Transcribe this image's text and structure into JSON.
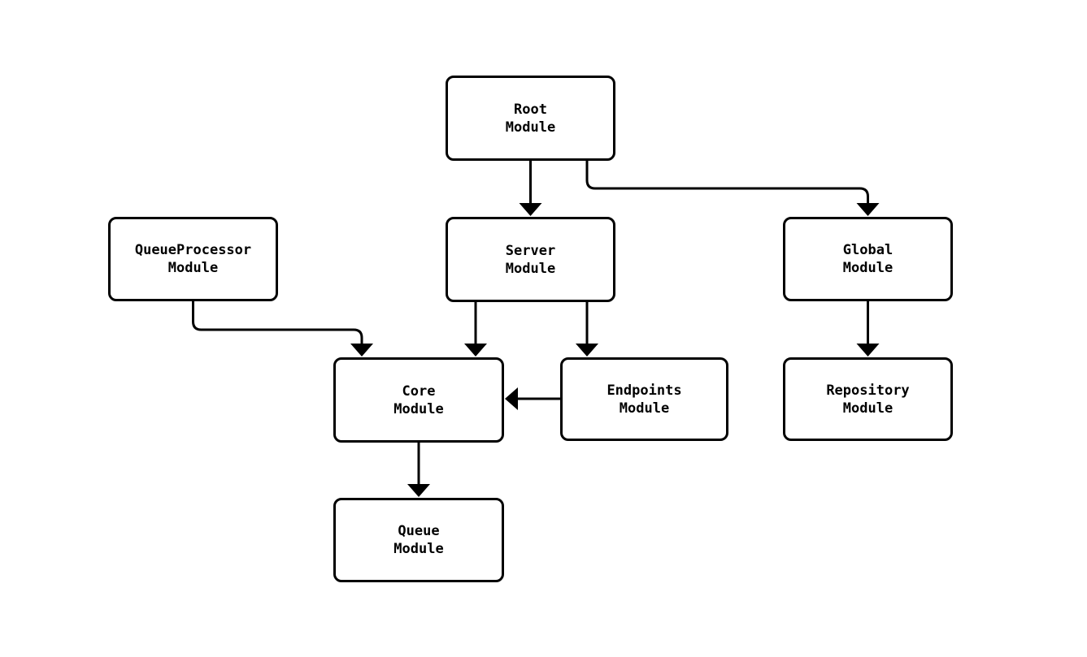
{
  "diagram": {
    "type": "flowchart",
    "background_color": "#ffffff",
    "stroke_color": "#000000",
    "text_color": "#000000",
    "nodes": {
      "root": {
        "label": "Root\nModule"
      },
      "queueprocessor": {
        "label": "QueueProcessor\nModule"
      },
      "server": {
        "label": "Server\nModule"
      },
      "global": {
        "label": "Global\nModule"
      },
      "core": {
        "label": "Core\nModule"
      },
      "endpoints": {
        "label": "Endpoints\nModule"
      },
      "repository": {
        "label": "Repository\nModule"
      },
      "queue": {
        "label": "Queue\nModule"
      }
    },
    "edges": [
      {
        "from": "root",
        "to": "server"
      },
      {
        "from": "root",
        "to": "global"
      },
      {
        "from": "server",
        "to": "core"
      },
      {
        "from": "server",
        "to": "endpoints"
      },
      {
        "from": "queueprocessor",
        "to": "core"
      },
      {
        "from": "endpoints",
        "to": "core"
      },
      {
        "from": "global",
        "to": "repository"
      },
      {
        "from": "core",
        "to": "queue"
      }
    ]
  }
}
